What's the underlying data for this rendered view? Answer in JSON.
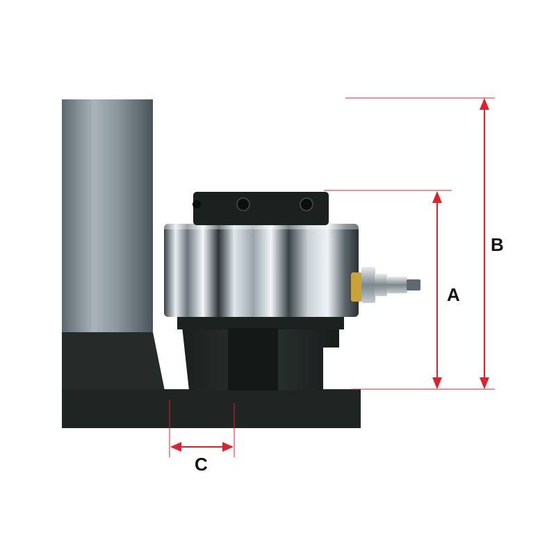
{
  "dimensions": [
    {
      "id": "A",
      "label": "A"
    },
    {
      "id": "B",
      "label": "B"
    },
    {
      "id": "C",
      "label": "C"
    }
  ],
  "colors": {
    "dimension_line": "#e0202a",
    "base_dark": "#1f2523",
    "column_light": "#9aa5ab",
    "column_dark": "#4f5a60",
    "cylinder_chrome": "#c8d0d6",
    "background": "#ffffff"
  }
}
